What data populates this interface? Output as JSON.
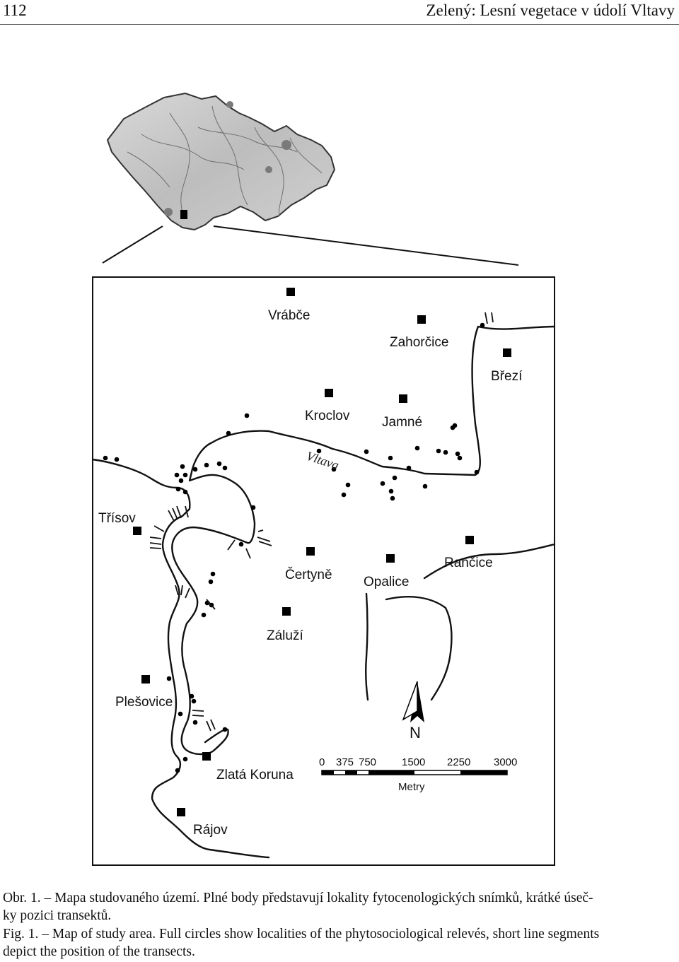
{
  "header": {
    "page_number": "112",
    "running_title": "Zelený: Lesní vegetace v údolí Vltavy"
  },
  "figure": {
    "inset": {
      "locator_icon": "square-marker-icon"
    },
    "places": [
      {
        "name": "Vrábče"
      },
      {
        "name": "Zahorčice"
      },
      {
        "name": "Březí"
      },
      {
        "name": "Kroclov"
      },
      {
        "name": "Jamné"
      },
      {
        "name": "Třísov"
      },
      {
        "name": "Čertyně"
      },
      {
        "name": "Opalice"
      },
      {
        "name": "Rančice"
      },
      {
        "name": "Záluží"
      },
      {
        "name": "Plešovice"
      },
      {
        "name": "Zlatá Koruna"
      },
      {
        "name": "Rájov"
      }
    ],
    "river_label": "Vltava",
    "north_label": "N",
    "scale_bar": {
      "ticks": [
        "0",
        "375",
        "750",
        "1500",
        "2250",
        "3000"
      ],
      "unit": "Metry"
    }
  },
  "caption": {
    "cz_line1": "Obr. 1. – Mapa studovaného území. Plné body představují lokality fytocenologických snímků, krátké úseč-",
    "cz_line2": "ky pozici transektů.",
    "en_line1": "Fig. 1. – Map of study area. Full circles show localities of the phytosociological relevés, short line segments",
    "en_line2": "depict the position of the transects."
  }
}
